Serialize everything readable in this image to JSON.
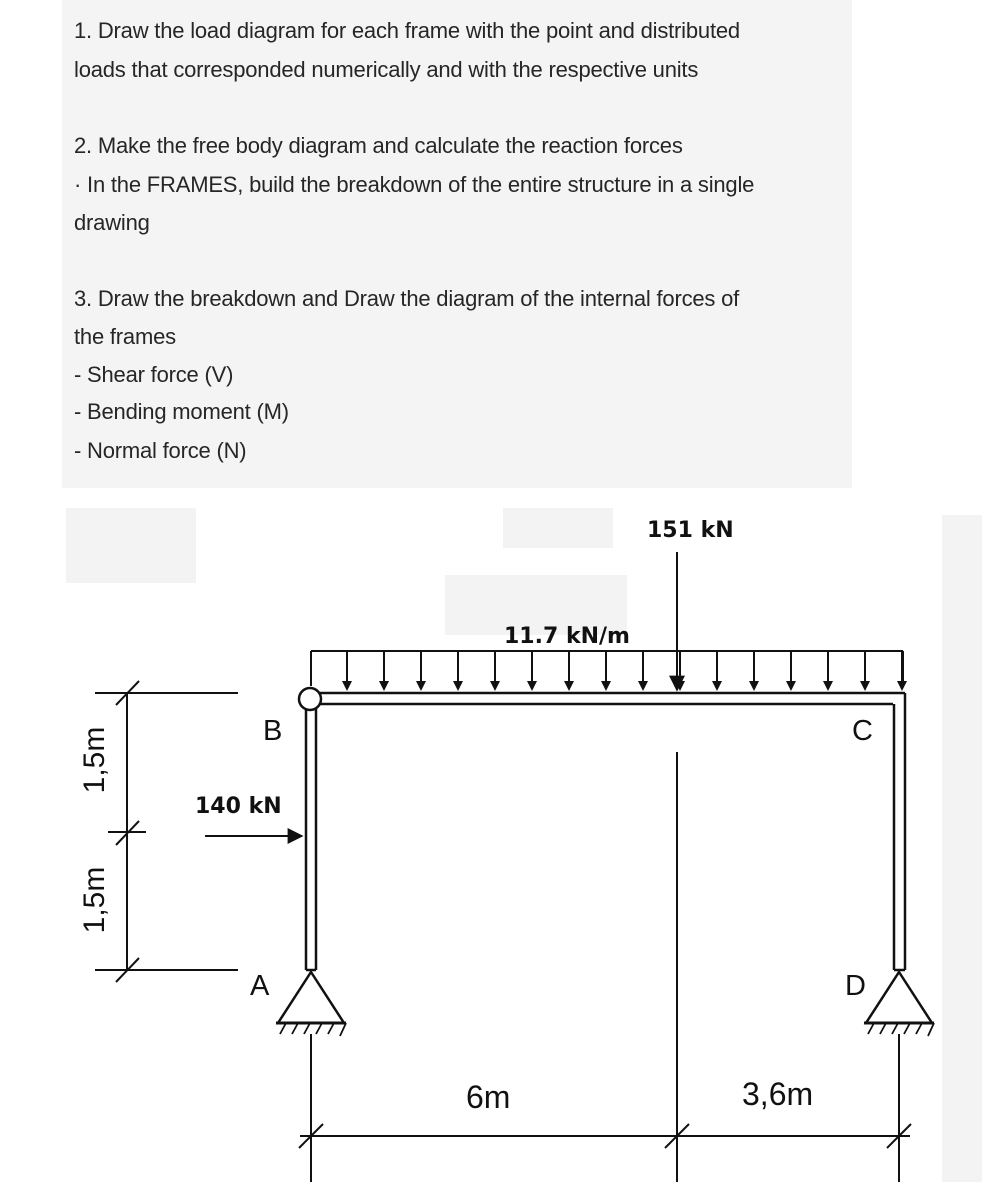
{
  "instructions": {
    "item1_line1": "1. Draw the load diagram for each frame with the point and distributed",
    "item1_line2": "loads that corresponded numerically and with the respective units",
    "item2_line1": "2. Make the free body diagram and calculate the reaction forces",
    "item2_line2": "· In the FRAMES, build the breakdown of the entire structure in a single",
    "item2_line3": "drawing",
    "item3_line1": "3. Draw the breakdown and Draw the diagram of the internal forces of",
    "item3_line2": "the frames",
    "item3_line3": "- Shear force (V)",
    "item3_line4": "- Bending moment (M)",
    "item3_line5": "- Normal force (N)"
  },
  "diagram": {
    "point_load_top": "151 kN",
    "distributed_load": "11.7 kN/m",
    "point_load_side": "140 kN",
    "node_a": "A",
    "node_b": "B",
    "node_c": "C",
    "node_d": "D",
    "height_upper": "1,5m",
    "height_lower": "1,5m",
    "span_left": "6m",
    "span_right": "3,6m"
  }
}
